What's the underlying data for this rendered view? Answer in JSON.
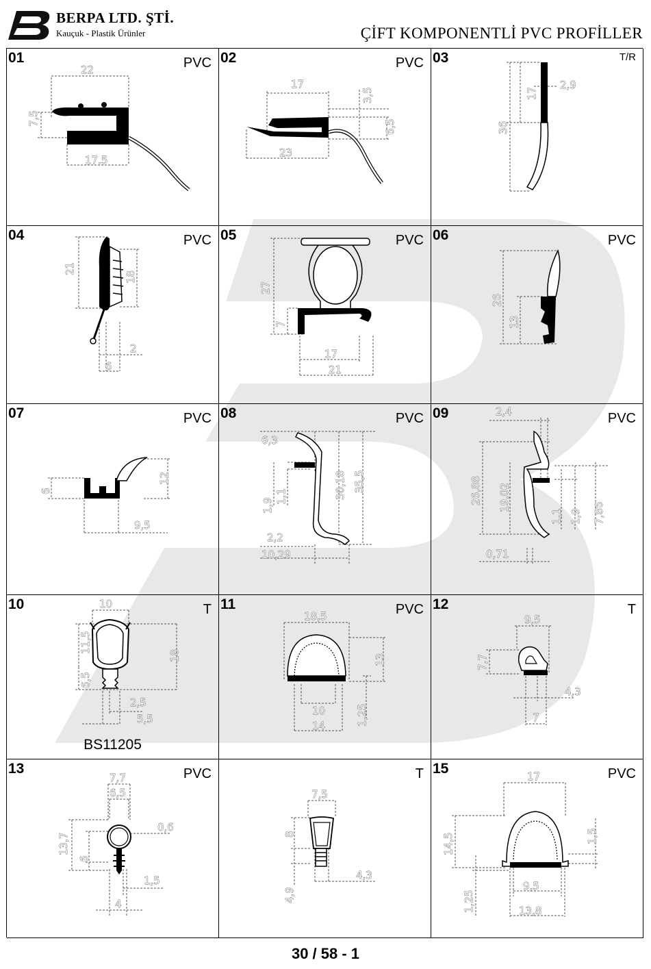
{
  "header": {
    "company_name": "BERPA LTD. ŞTİ.",
    "company_sub": "Kauçuk - Plastik Ürünler",
    "title": "ÇİFT KOMPONENTLİ PVC PROFİLLER"
  },
  "cells": [
    {
      "num": "01",
      "material": "PVC",
      "dims": [
        "22",
        "7,5",
        "17,5"
      ]
    },
    {
      "num": "02",
      "material": "PVC",
      "dims": [
        "17",
        "3,5",
        "6,5",
        "23"
      ]
    },
    {
      "num": "03",
      "material": "T/R",
      "dims": [
        "2,9",
        "17",
        "36"
      ]
    },
    {
      "num": "04",
      "material": "PVC",
      "dims": [
        "21",
        "18",
        "2",
        "6"
      ]
    },
    {
      "num": "05",
      "material": "PVC",
      "dims": [
        "27",
        "7",
        "17",
        "21"
      ]
    },
    {
      "num": "06",
      "material": "PVC",
      "dims": [
        "26",
        "13"
      ]
    },
    {
      "num": "07",
      "material": "PVC",
      "dims": [
        "6",
        "12",
        "9,5"
      ]
    },
    {
      "num": "08",
      "material": "PVC",
      "dims": [
        "6,3",
        "30,18",
        "35,5",
        "1,9",
        "1,1",
        "2,2",
        "10,29"
      ]
    },
    {
      "num": "09",
      "material": "PVC",
      "dims": [
        "2,4",
        "26,88",
        "19,02",
        "1,1",
        "1,9",
        "7,86",
        "0,71"
      ]
    },
    {
      "num": "10",
      "material": "T",
      "caption": "BS11205",
      "dims": [
        "10",
        "11,5",
        "18",
        "6,5",
        "2,5",
        "5,5"
      ]
    },
    {
      "num": "11",
      "material": "PVC",
      "dims": [
        "18,5",
        "13",
        "10",
        "1,25",
        "14"
      ]
    },
    {
      "num": "12",
      "material": "T",
      "dims": [
        "9,5",
        "7,7",
        "4,3",
        "7"
      ]
    },
    {
      "num": "13",
      "material": "PVC",
      "dims": [
        "7,7",
        "6,5",
        "0,6",
        "13,7",
        "6",
        "1,5",
        "4"
      ]
    },
    {
      "num": "",
      "material": "T",
      "dims": [
        "7,5",
        "8",
        "4,3",
        "4,9"
      ]
    },
    {
      "num": "15",
      "material": "PVC",
      "dims": [
        "17",
        "14,5",
        "1,5",
        "9,5",
        "1,25",
        "13,8"
      ]
    }
  ],
  "footer": {
    "page": "30 / 58 - 1"
  },
  "colors": {
    "watermark": "#e8e8e8",
    "profile": "#000000",
    "dimension_line": "#555555"
  }
}
